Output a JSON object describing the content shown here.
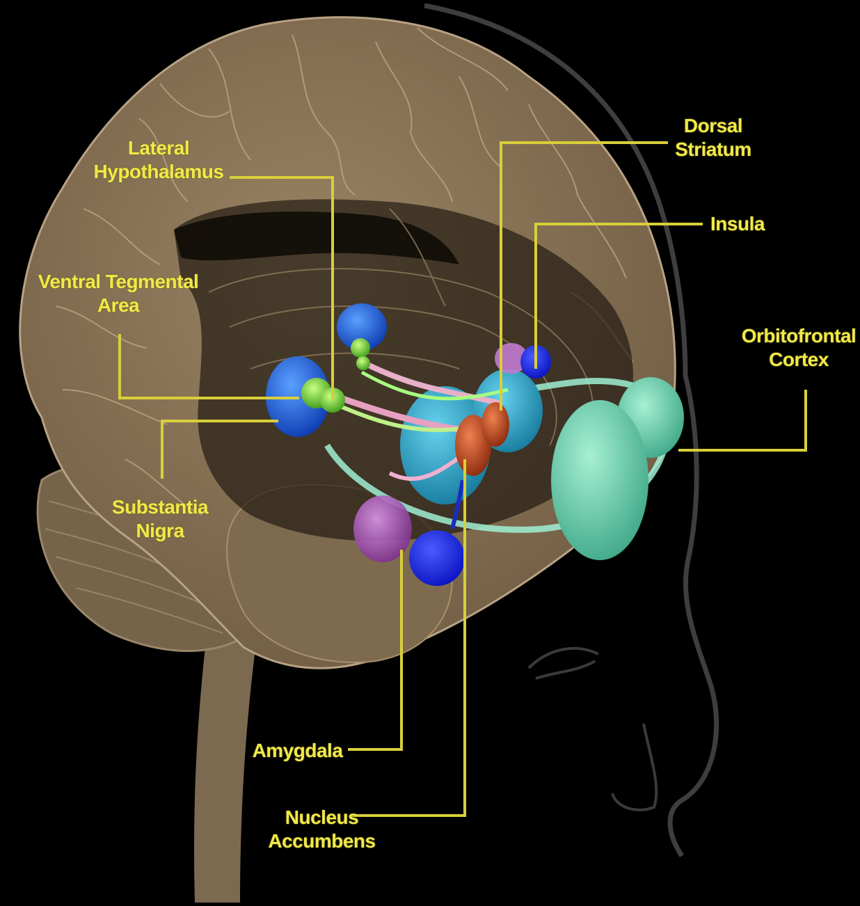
{
  "labels": {
    "lateral_hypothalamus": [
      "Lateral",
      "Hypothalamus"
    ],
    "ventral_tegmental_area": [
      "Ventral Tegmental",
      "Area"
    ],
    "substantia_nigra": [
      "Substantia",
      "Nigra"
    ],
    "dorsal_striatum": [
      "Dorsal",
      "Striatum"
    ],
    "insula": [
      "Insula"
    ],
    "orbitofrontal_cortex": [
      "Orbitofrontal",
      "Cortex"
    ],
    "amygdala": [
      "Amygdala"
    ],
    "nucleus_accumbens": [
      "Nucleus",
      "Accumbens"
    ]
  },
  "colors": {
    "background": "#000000",
    "brain": "#8a7458",
    "label_text": "#f2e84a",
    "leader_line": "#d9cf3a",
    "orbitofrontal": "#6fd3b0",
    "striatum": "#2aa6c8",
    "vta": "#1a66e0",
    "substantia": "#7ddc3a",
    "accumbens": "#c2491e",
    "amygdala": "#b05cc0",
    "insula": "#1430f0"
  }
}
